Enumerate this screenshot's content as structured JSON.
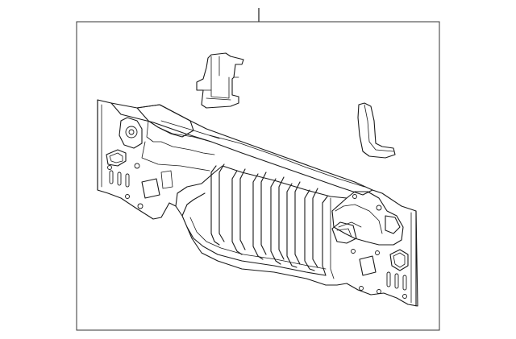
{
  "diagram": {
    "parts": [
      {
        "id": "rear-body-panel"
      },
      {
        "id": "upper-bracket"
      },
      {
        "id": "side-brace"
      }
    ],
    "callout_leader": {
      "label": ""
    },
    "colors": {
      "line": "#1a1a1a",
      "background": "#ffffff",
      "frame": "#333333"
    }
  }
}
